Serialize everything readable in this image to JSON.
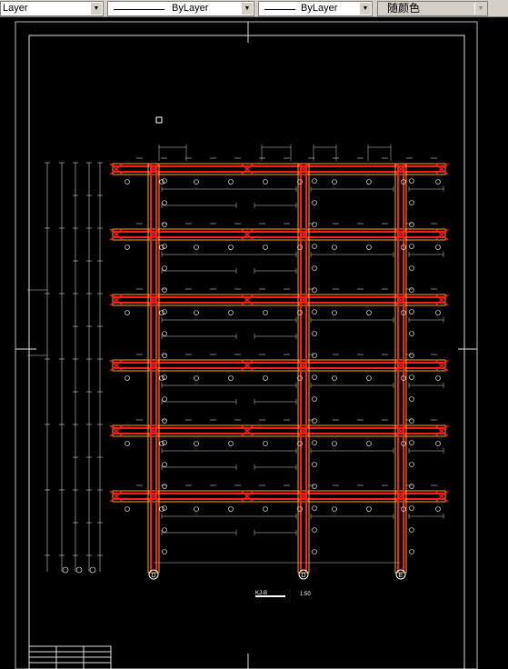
{
  "toolbar": {
    "layer_combo_value": "Layer",
    "linetype_combo_value": "ByLayer",
    "lineweight_combo_value": "ByLayer",
    "color_combo_value": "随颜色"
  },
  "drawing": {
    "frame_label": "KJ-B",
    "scale_label": "1:50",
    "axis_labels": [
      "D",
      "D",
      "E"
    ],
    "colors": {
      "background": "#000000",
      "beam": "#ff1a1a",
      "beam_edge": "#ffaa00",
      "linework": "#ffffff",
      "dimension": "#cfcfcf"
    }
  },
  "icons": [
    "dropdown-arrow-icon"
  ]
}
